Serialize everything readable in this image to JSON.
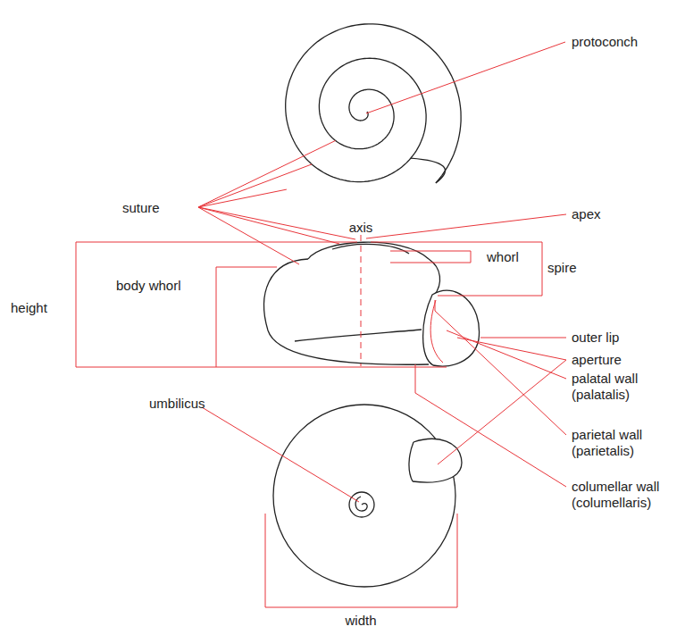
{
  "diagram": {
    "labels": [
      "protoconch",
      "suture",
      "axis",
      "apex",
      "whorl",
      "spire",
      "height",
      "body whorl",
      "outer lip",
      "aperture",
      "palatal wall (palatalis)",
      "parietal wall (parietalis)",
      "columellar wall (columellaris)",
      "umbilicus",
      "width"
    ]
  }
}
